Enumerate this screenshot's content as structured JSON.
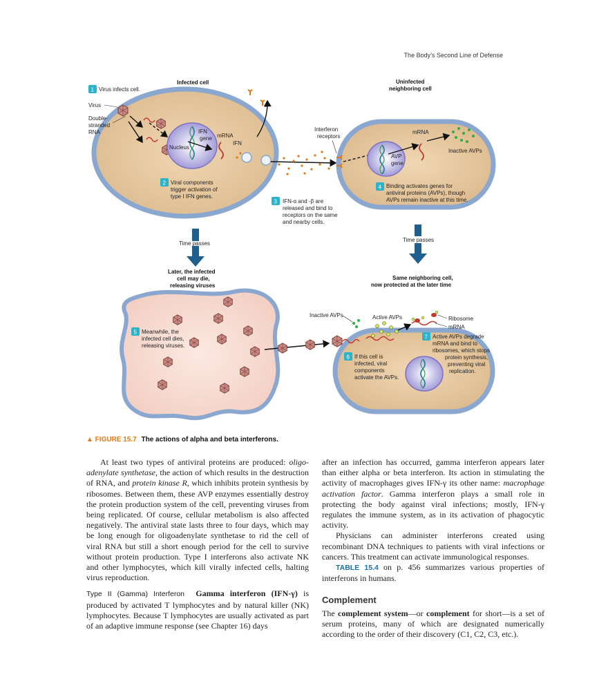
{
  "running_head": "The Body’s Second Line of Defense",
  "figure": {
    "title_infected": "Infected cell",
    "title_uninfected_1": "Uninfected",
    "title_uninfected_2": "neighboring cell",
    "step1": "Virus infects cell.",
    "virus": "Virus",
    "dsrna_1": "Double-",
    "dsrna_2": "stranded",
    "dsrna_3": "RNA",
    "nucleus": "Nucleus",
    "ifn_gene_1": "IFN",
    "ifn_gene_2": "gene",
    "mrna": "mRNA",
    "ifn": "IFN",
    "step2_1": "Viral components",
    "step2_2": "trigger activation of",
    "step2_3": "type I IFN genes.",
    "receptors_1": "Interferon",
    "receptors_2": "receptors",
    "mrna_right": "mRNA",
    "inactive_avps": "Inactive AVPs",
    "avp_gene_1": "AVP",
    "avp_gene_2": "gene",
    "step4_1": "Binding activates genes for",
    "step4_2": "antiviral proteins (AVPs), though",
    "step4_3": "AVPs remain inactive at this time.",
    "step3_1": "IFN-α and -β are",
    "step3_2": "released and bind to",
    "step3_3": "receptors on the same",
    "step3_4": "and nearby cells.",
    "time_passes_left": "Time passes",
    "time_passes_right": "Time passes",
    "later_1": "Later, the infected",
    "later_2": "cell may die,",
    "later_3": "releasing viruses",
    "same_1": "Same neighboring cell,",
    "same_2": "now protected at the later time",
    "step5_1": "Meanwhile, the",
    "step5_2": "infected cell dies,",
    "step5_3": "releasing viruses.",
    "inactive_avps_2": "Inactive AVPs",
    "active_avps": "Active AVPs",
    "ribosome": "Ribosome",
    "mrna_3": "mRNA",
    "step7_1": "Active AVPs degrade",
    "step7_2": "mRNA and bind to",
    "step7_3": "ribosomes, which stops",
    "step7_4": "protein synthesis,",
    "step7_5": "preventing viral",
    "step7_6": "replication.",
    "step6_1": "If this cell is",
    "step6_2": "infected, viral",
    "step6_3": "components",
    "step6_4": "activate the AVPs.",
    "n1": "1",
    "n2": "2",
    "n3": "3",
    "n4": "4",
    "n5": "5",
    "n6": "6",
    "n7": "7"
  },
  "caption": {
    "number": "▲ FIGURE 15.7",
    "text": "The actions of alpha and beta interferons."
  },
  "left_col": {
    "p1_a": "At least two types of antiviral proteins are produced: ",
    "p1_oas": "oligo-adenylate synthetase",
    "p1_b": ", the action of which results in the destruction of RNA, and ",
    "p1_pkr": "protein kinase R",
    "p1_c": ", which inhibits protein synthesis by ribosomes. Between them, these AVP enzymes essentially destroy the protein production system of the cell, preventing viruses from being replicated. Of course, cellular metabolism is also affected negatively. The antiviral state lasts three to four days, which may be long enough for oligoadenylate synthetase to rid the cell of viral RNA but still a short enough period for the cell to survive without protein production. Type I interferons also activate NK and other lymphocytes, which kill virally infected cells, halting virus reproduction.",
    "p2_run": "Type II (Gamma) Interferon",
    "p2_bold": "Gamma interferon (IFN-γ)",
    "p2_text": " is produced by activated T lymphocytes and by natural killer (NK) lymphocytes. Because T lymphocytes are usually activated as part of an adaptive immune response (see Chapter 16) days"
  },
  "right_col": {
    "p1_a": "after an infection has occurred, gamma interferon appears later than either alpha or beta interferon. Its action in stimulating the activity of macrophages gives IFN-γ its other name: ",
    "p1_maf": "macrophage activation factor",
    "p1_b": ". Gamma interferon plays a small role in protecting the body against viral infections; mostly, IFN-γ regulates the immune system, as in its activation of phagocytic activity.",
    "p2": "Physicians can administer interferons created using recombinant DNA techniques to patients with viral infections or cancers. This treatment can activate immunological responses.",
    "p3_ref": "TABLE 15.4",
    "p3_text": " on p. 456 summarizes various properties of interferons in humans.",
    "heading": "Complement",
    "p4_a": "The ",
    "p4_b1": "complement system",
    "p4_c": "—or ",
    "p4_b2": "complement",
    "p4_d": " for short—is a set of serum proteins, many of which are designated numerically according to the order of their discovery (C1, C2, C3, etc.)."
  },
  "colors": {
    "accent": "#e07a14",
    "badge": "#2bb3c9",
    "cell_fill": "#e8c9a0",
    "membrane": "#8aa7cf",
    "arrow_blue": "#1e5f8e"
  }
}
